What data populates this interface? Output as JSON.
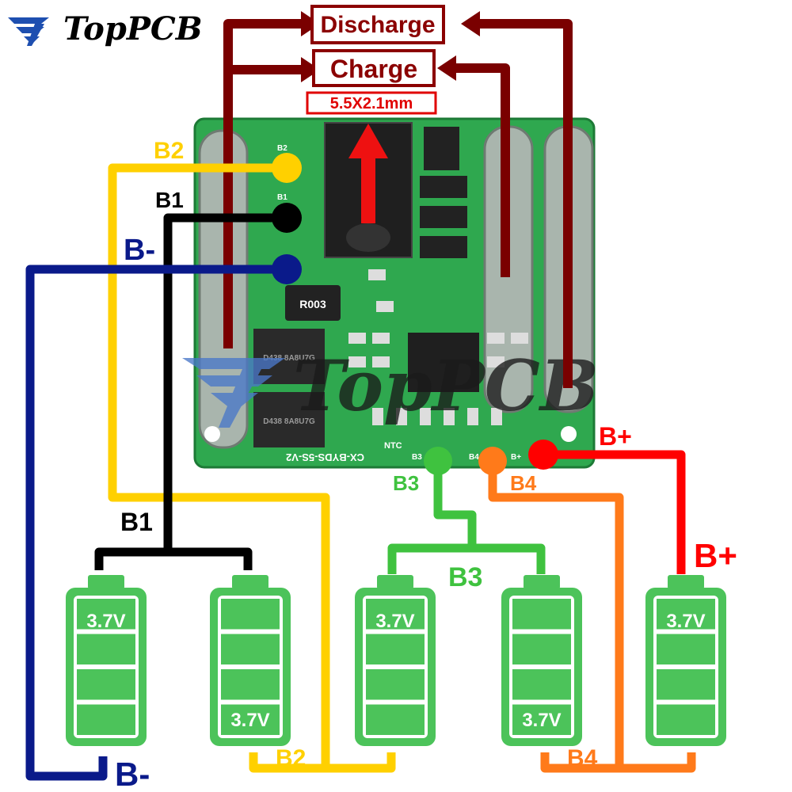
{
  "brand": {
    "logo_text": "TopPCB",
    "watermark_text": "TopPCB",
    "logo_color": "#000000",
    "watermark_color": "#1a1a1a"
  },
  "ports": {
    "discharge_label": "Discharge",
    "charge_label": "Charge",
    "jack_spec": "5.5X2.1mm",
    "port_color": "#8b0000",
    "spec_color": "#e00000"
  },
  "pcb": {
    "resistor_marking": "R003",
    "mosfet_marking_1": "D438 8A8U7G",
    "mosfet_marking_2": "D438 8A8U7G",
    "silk_model": "CX-BYDS-5S-V2",
    "silk_ntc": "NTC",
    "silk_b2": "B2",
    "silk_b1": "B1",
    "silk_b3": "B3",
    "silk_b4": "B4",
    "silk_bplus": "B+",
    "board_color": "#2fa84f"
  },
  "wires": {
    "b2_label_top": "B2",
    "b1_label_top": "B1",
    "bminus_label_top": "B-",
    "b3_label_board": "B3",
    "b4_label_board": "B4",
    "bplus_label_board": "B+",
    "b1_label_lower": "B1",
    "b3_label_lower": "B3",
    "bplus_label_lower": "B+",
    "bminus_label_bottom": "B-",
    "b2_label_bottom": "B2",
    "b4_label_bottom": "B4",
    "colors": {
      "b_minus": "#0a1a8a",
      "b1": "#000000",
      "b2": "#ffd000",
      "b3": "#3fc23f",
      "b4": "#ff7a1a",
      "b_plus": "#ff0000",
      "charge_discharge": "#7a0000"
    }
  },
  "batteries": {
    "cells": [
      {
        "voltage_label": "3.7V"
      },
      {
        "voltage_label": "3.7V"
      },
      {
        "voltage_label": "3.7V"
      },
      {
        "voltage_label": "3.7V"
      },
      {
        "voltage_label": "3.7V"
      }
    ],
    "cell_color": "#4cc35a"
  }
}
